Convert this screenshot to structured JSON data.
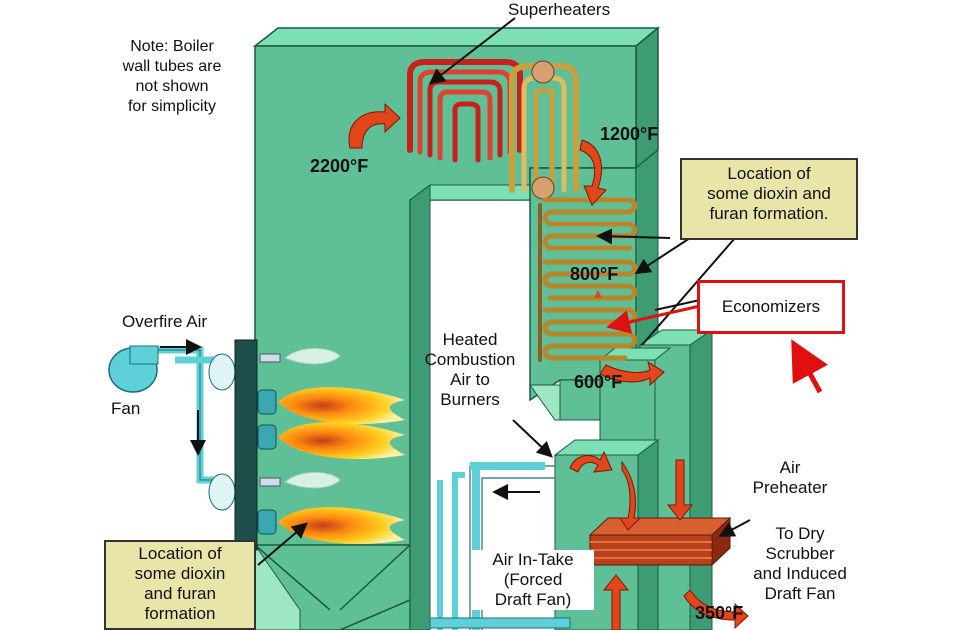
{
  "labels": {
    "superheaters": "Superheaters",
    "note": [
      "Note:  Boiler",
      "wall tubes are",
      "not shown",
      "for simplicity"
    ],
    "temp_2200": "2200°F",
    "temp_1200": "1200°F",
    "temp_800": "800°F",
    "temp_600": "600°F",
    "temp_350": "350°F",
    "dioxin_top": [
      "Location of",
      "some dioxin and",
      "furan formation."
    ],
    "economizers": "Economizers",
    "overfire_air": "Overfire Air",
    "fan": "Fan",
    "heated_air": [
      "Heated",
      "Combustion",
      "Air to",
      "Burners"
    ],
    "air_preheater": [
      "Air",
      "Preheater"
    ],
    "to_dry_scrubber": [
      "To Dry",
      "Scrubber",
      "and Induced",
      "Draft Fan"
    ],
    "air_intake": [
      "Air In-Take",
      "(Forced",
      "Draft Fan)"
    ],
    "dioxin_bottom": [
      "Location of",
      "some dioxin",
      "and furan",
      "formation"
    ]
  },
  "colors": {
    "boiler_front": "#5fbf96",
    "boiler_top": "#7de0b4",
    "boiler_side": "#3e9c74",
    "duct_cyan": "#5fd0d8",
    "superheater_red": "#c8201c",
    "superheater_tan": "#c9a040",
    "economizer": "#b8862c",
    "preheater": "#b8401a",
    "flame_yellow": "#ffd020",
    "flame_orange": "#ff8a10",
    "note_box": "#e9e4a8",
    "highlight_red": "#e01010"
  }
}
